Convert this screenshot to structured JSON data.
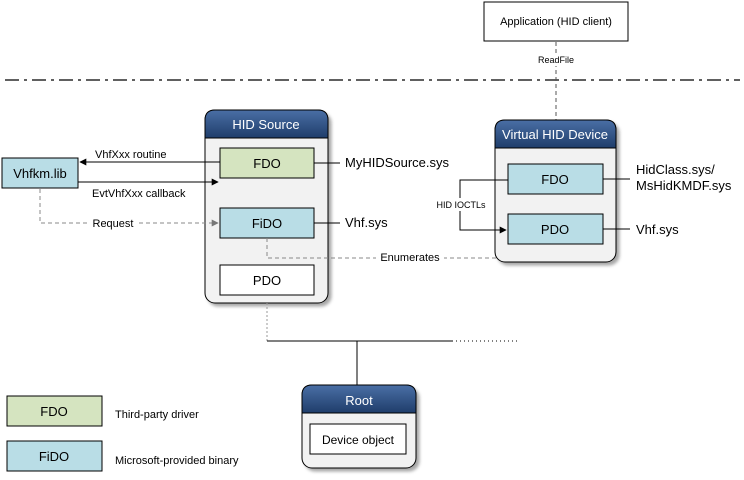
{
  "app_box": {
    "label": "Application (HID client)"
  },
  "readfile_label": "ReadFile",
  "hid_source": {
    "title": "HID Source",
    "fdo": "FDO",
    "fido": "FiDO",
    "pdo": "PDO"
  },
  "virtual_hid_device": {
    "title": "Virtual HID Device",
    "fdo": "FDO",
    "pdo": "PDO"
  },
  "vhfkm_lib": {
    "label": "Vhfkm.lib"
  },
  "labels": {
    "vhfxxx_routine": "VhfXxx routine",
    "evt_callback": "EvtVhfXxx callback",
    "request": "Request",
    "myhidsource": "MyHIDSource.sys",
    "vhf_sys_1": "Vhf.sys",
    "enumerates": "Enumerates",
    "hid_ioctls": "HID IOCTLs",
    "hidclass_line1": "HidClass.sys/",
    "hidclass_line2": "MsHidKMDF.sys",
    "vhf_sys_2": "Vhf.sys"
  },
  "root": {
    "title": "Root",
    "device_object": "Device object"
  },
  "legend": [
    {
      "box": "FDO",
      "text": "Third-party driver",
      "color": "#d5e4c0"
    },
    {
      "box": "FiDO",
      "text": "Microsoft-provided binary",
      "color": "#b9dde6"
    }
  ],
  "colors": {
    "header_blue": "#2f4f7f",
    "fdo_green": "#d5e4c0",
    "fido_blue": "#b9dde6",
    "container_fill": "#f2f2f2"
  }
}
